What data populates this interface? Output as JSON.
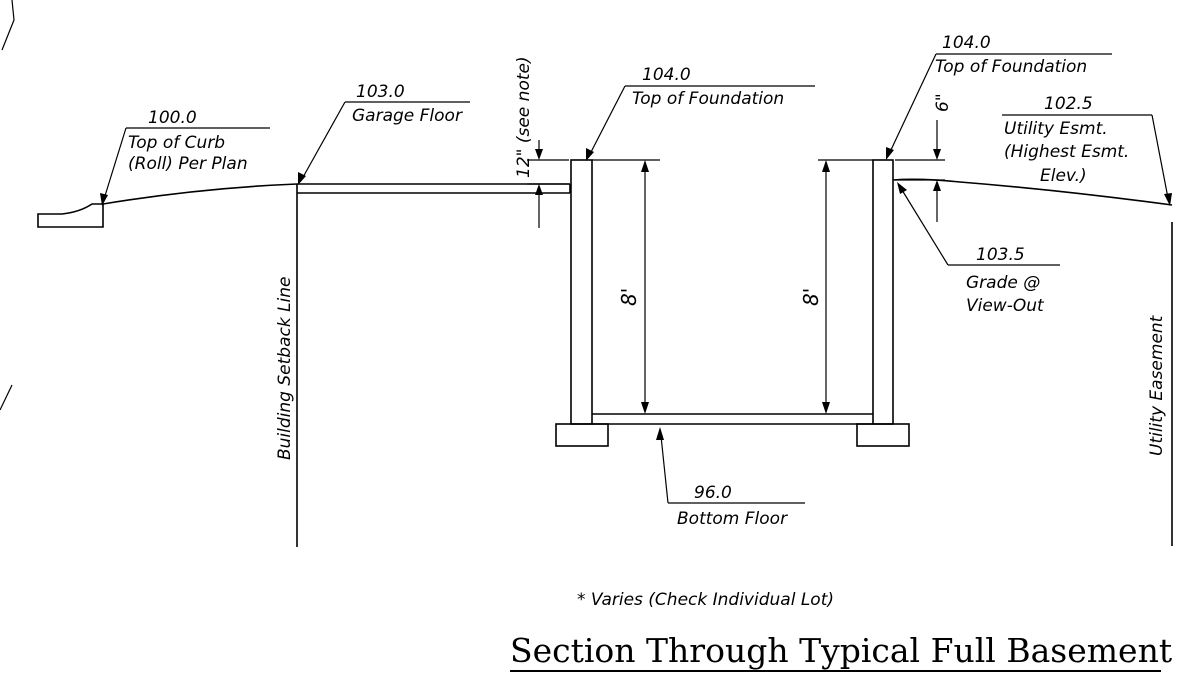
{
  "labels": {
    "curb_elev": "100.0",
    "curb_desc_1": "Top of Curb",
    "curb_desc_2": "(Roll) Per Plan",
    "garage_elev": "103.0",
    "garage_desc": "Garage Floor",
    "see_note": "12\" (see note)",
    "top_found_left_elev": "104.0",
    "top_found_left_desc": "Top of Foundation",
    "top_found_right_elev": "104.0",
    "top_found_right_desc": "Top of Foundation",
    "six_inch": "6\"",
    "utility_elev": "102.5",
    "utility_desc_1": "Utility Esmt.",
    "utility_desc_2": "(Highest Esmt.",
    "utility_desc_3": "Elev.)",
    "grade_elev": "103.5",
    "grade_desc_1": "Grade @",
    "grade_desc_2": "View-Out",
    "wall_height_left": "8'",
    "wall_height_right": "8'",
    "bottom_elev": "96.0",
    "bottom_desc": "Bottom Floor",
    "building_setback": "Building Setback Line",
    "utility_easement": "Utility Easement",
    "note": "* Varies (Check Individual Lot)",
    "title": "Section Through Typical Full Basement"
  }
}
